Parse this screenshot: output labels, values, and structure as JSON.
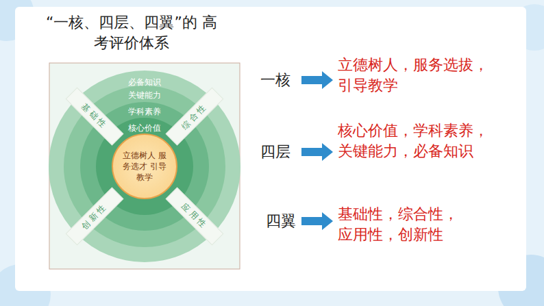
{
  "diagram": {
    "title": "“一核、四层、四翼”的 高考评价体系",
    "nodes": [
      {
        "text": [
          "必备知识"
        ]
      },
      {
        "text": [
          "关键能力"
        ],
        "in": 0
      },
      {
        "text": [
          "学科素养"
        ],
        "in": 1
      },
      {
        "text": [
          "核心价值"
        ],
        "in": 2
      },
      {
        "text": [
          "立德树人 服务选才 引导教学"
        ],
        "in": 3
      },
      {
        "text": [
          "基础性"
        ]
      },
      {
        "text": [
          "综合性"
        ]
      },
      {
        "text": [
          "创新性"
        ]
      },
      {
        "text": [
          "应用性"
        ]
      }
    ],
    "labels": [
      "一核",
      "立德树人，服务选拔，引导教学",
      "四层",
      "核心价值，学科素养，关键能力，必备知识",
      "四翼",
      "基础性，综合性，应用性，创新性"
    ]
  }
}
